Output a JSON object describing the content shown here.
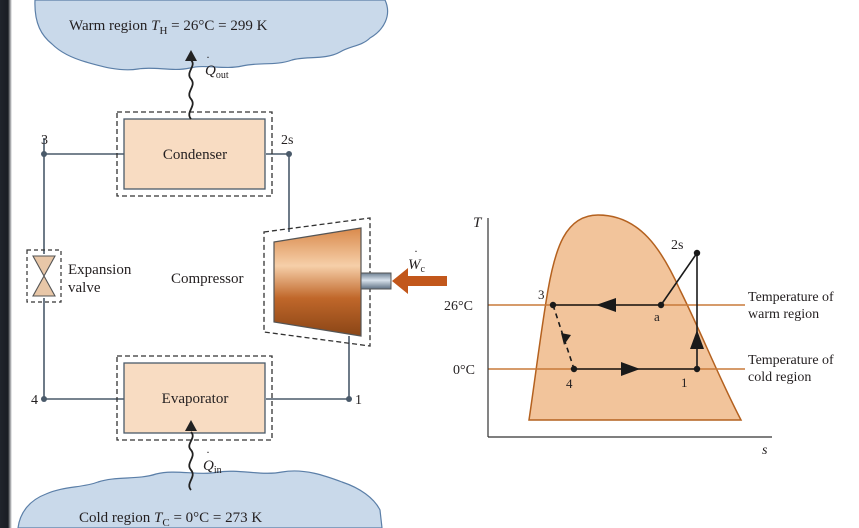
{
  "regions": {
    "warm": {
      "prefix": "Warm region ",
      "sym": "T",
      "sub": "H",
      "suffix": " = 26°C = 299 K"
    },
    "cold": {
      "prefix": "Cold region ",
      "sym": "T",
      "sub": "C",
      "suffix": " = 0°C = 273 K"
    }
  },
  "heat": {
    "out": {
      "sym": "Q",
      "sub": "out"
    },
    "in": {
      "sym": "Q",
      "sub": "in"
    }
  },
  "work": {
    "sym": "W",
    "sub": "c"
  },
  "components": {
    "condenser": "Condenser",
    "evaporator": "Evaporator",
    "compressor": "Compressor",
    "expansion_line1": "Expansion",
    "expansion_line2": "valve"
  },
  "states": {
    "s1": "1",
    "s2s": "2s",
    "s3": "3",
    "s4": "4"
  },
  "ts_diagram": {
    "y_axis": "T",
    "x_axis": "s",
    "temp_high": "26°C",
    "temp_low": "0°C",
    "points": {
      "p3": "3",
      "p4": "4",
      "p1": "1",
      "p2s": "2s",
      "pa": "a"
    },
    "warm_line1": "Temperature of",
    "warm_line2": "warm region",
    "cold_line1": "Temperature of",
    "cold_line2": "cold region"
  },
  "colors": {
    "box_fill": "#f8dcc2",
    "dome_fill": "#f2c49b",
    "dome_stroke": "#b4611f",
    "temp_line": "#c87a3a",
    "arrow": "#c2571b",
    "cloud_fill": "#c9d9ea",
    "cloud_stroke": "#5b7fa8"
  }
}
